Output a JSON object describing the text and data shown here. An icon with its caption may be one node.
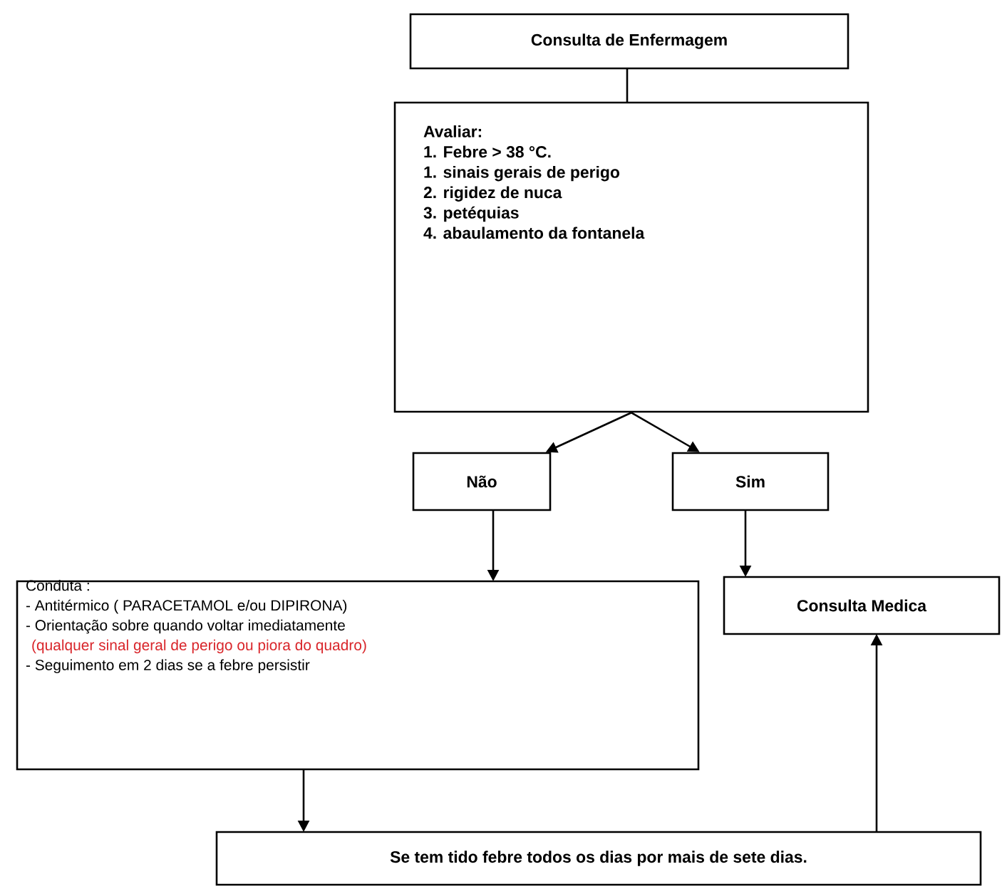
{
  "diagram": {
    "nodes": [
      {
        "text": [
          "Consulta de Enfermagem"
        ]
      },
      {
        "text": [
          "Avaliar:",
          "1. Febre > 38 °C.",
          "1. sinais gerais de perigo",
          "2. rigidez de nuca",
          "3. petéquias",
          "4. abaulamento da fontanela"
        ]
      },
      {
        "text": [
          "Não"
        ]
      },
      {
        "text": [
          "Sim"
        ]
      },
      {
        "text": [
          "Conduta :",
          "- Antitérmico ( PARACETAMOL e/ou DIPIRONA)",
          "- Orientação sobre quando voltar imediatamente",
          "(qualquer sinal geral de perigo ou piora do quadro)",
          "- Seguimento em 2 dias se a febre persistir"
        ]
      },
      {
        "text": [
          "Consulta Medica"
        ]
      },
      {
        "text": [
          "Se tem tido febre todos os dias por mais de sete dias."
        ]
      }
    ],
    "edges": [
      {
        "from": 0,
        "to": 1,
        "arrow": "none"
      },
      {
        "from": 1,
        "to": 2,
        "arrow": "to"
      },
      {
        "from": 1,
        "to": 3,
        "arrow": "to"
      },
      {
        "from": 2,
        "to": 4,
        "arrow": "to"
      },
      {
        "from": 3,
        "to": 5,
        "arrow": "to"
      },
      {
        "from": 4,
        "to": 6,
        "arrow": "to"
      },
      {
        "from": 6,
        "to": 5,
        "arrow": "to"
      }
    ]
  }
}
